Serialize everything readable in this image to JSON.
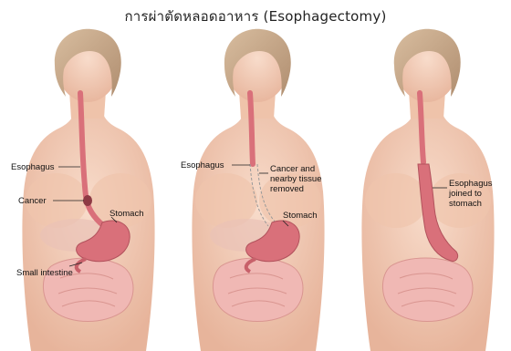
{
  "title": "การผ่าตัดหลอดอาหาร (Esophagectomy)",
  "panels": [
    {
      "labels": {
        "esophagus": "Esophagus",
        "cancer": "Cancer",
        "stomach": "Stomach",
        "small_intestine": "Small intestine"
      }
    },
    {
      "labels": {
        "esophagus": "Esophagus",
        "removed": "Cancer and nearby tissue removed",
        "stomach": "Stomach"
      }
    },
    {
      "labels": {
        "joined": "Esophagus joined to stomach"
      }
    }
  ],
  "colors": {
    "skin": "#f3cdb7",
    "skin_shadow": "#e2a98e",
    "hair": "#c9a98a",
    "organ": "#d9707a",
    "esophagus": "#e08a8e",
    "intestine": "#f0b8b4"
  }
}
